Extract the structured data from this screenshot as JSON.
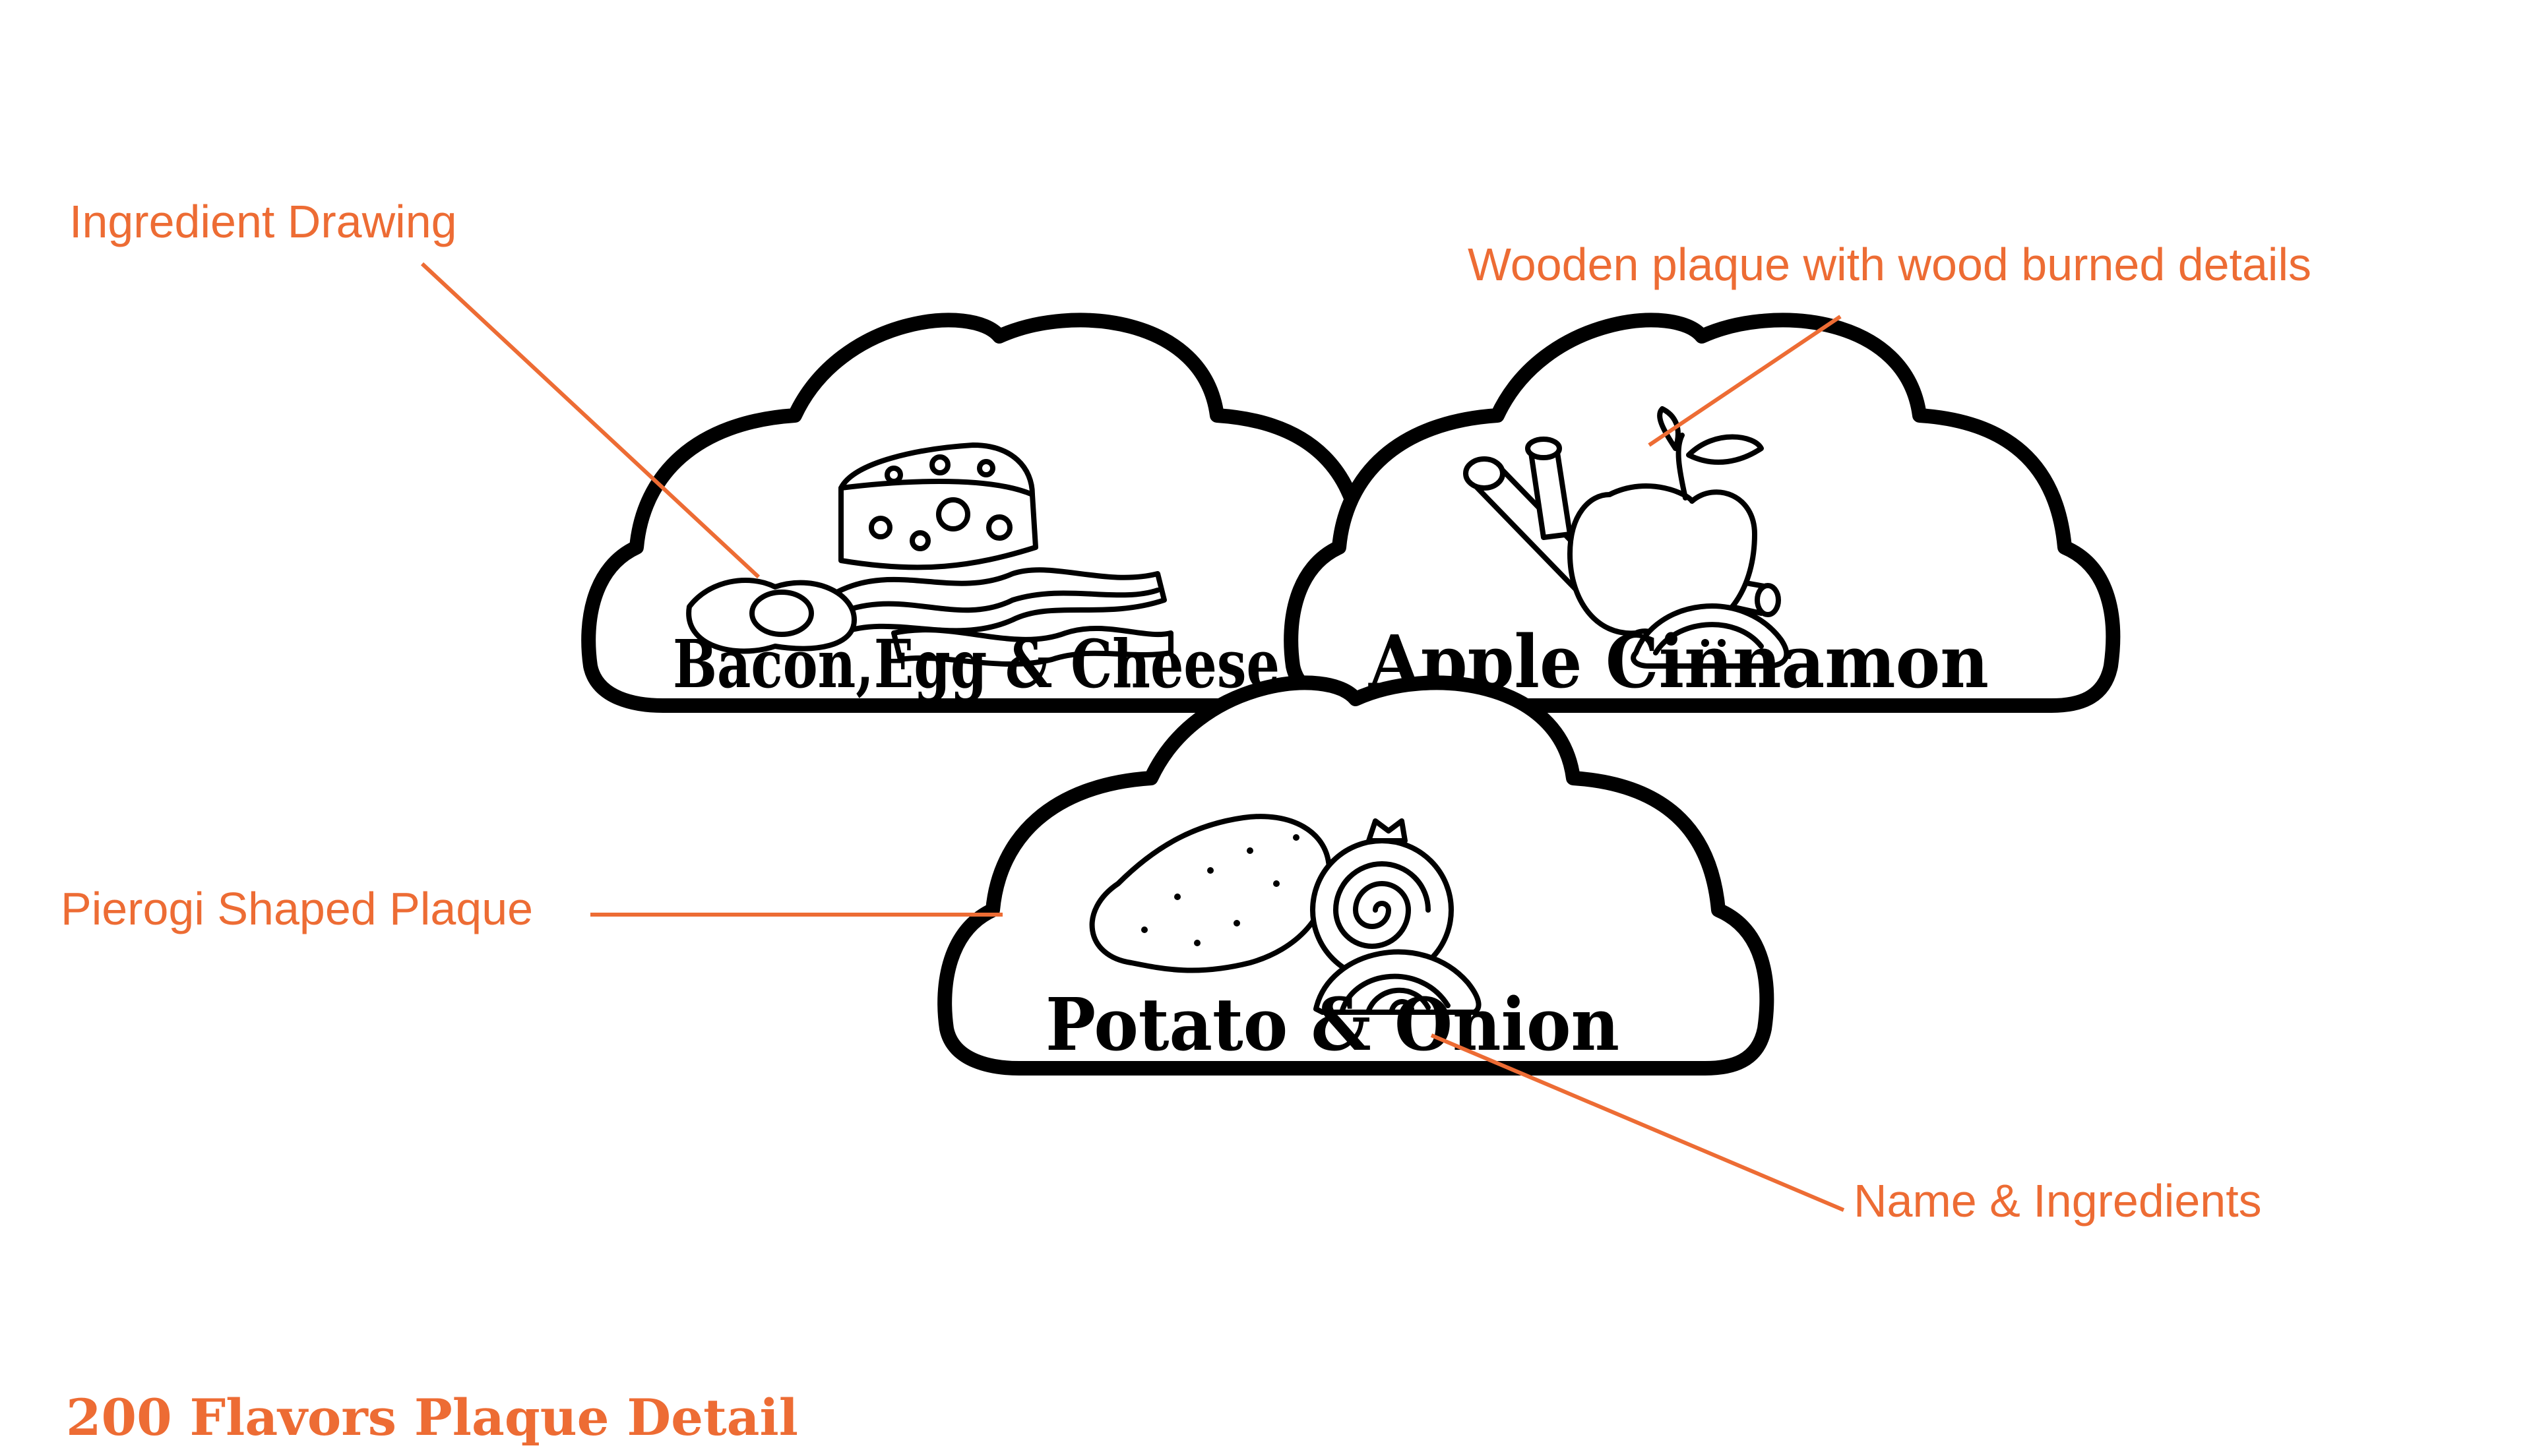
{
  "colors": {
    "accent": "#ED6C34",
    "ink": "#000000",
    "background": "#FFFFFF"
  },
  "annotations": {
    "ingredient_drawing": "Ingredient Drawing",
    "wooden_plaque": "Wooden plaque with wood burned details",
    "pierogi_shape": "Pierogi Shaped Plaque",
    "name_ingredients": "Name & Ingredients"
  },
  "plaques": [
    {
      "name": "Bacon,Egg & Cheese",
      "drawing": "bacon-egg-cheese-drawing"
    },
    {
      "name": "Apple Cinnamon",
      "drawing": "apple-cinnamon-drawing"
    },
    {
      "name": "Potato & Onion",
      "drawing": "potato-onion-drawing"
    }
  ],
  "footer_title": "200 Flavors Plaque Detail"
}
